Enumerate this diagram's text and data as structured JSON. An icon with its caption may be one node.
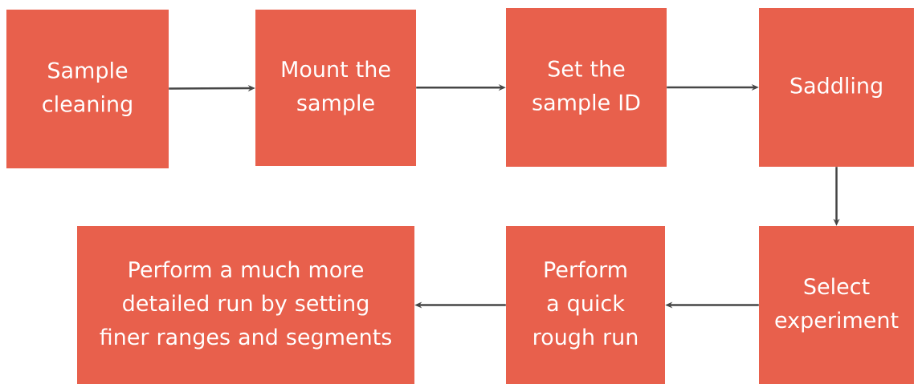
{
  "diagram": {
    "nodes": [
      {
        "text": [
          "Sample cleaning"
        ]
      },
      {
        "text": [
          "Mount the sample"
        ]
      },
      {
        "text": [
          "Set the sample ID"
        ]
      },
      {
        "text": [
          "Saddling"
        ]
      },
      {
        "text": [
          "Select experiment"
        ]
      },
      {
        "text": [
          "Perform a quick rough run"
        ]
      },
      {
        "text": [
          "Perform a much more detailed run by setting finer ranges and segments"
        ]
      }
    ],
    "edges": [
      {
        "from": 0,
        "to": 1,
        "arrow": "to"
      },
      {
        "from": 1,
        "to": 2,
        "arrow": "to"
      },
      {
        "from": 2,
        "to": 3,
        "arrow": "to"
      },
      {
        "from": 3,
        "to": 4,
        "arrow": "to"
      },
      {
        "from": 4,
        "to": 5,
        "arrow": "to"
      },
      {
        "from": 5,
        "to": 6,
        "arrow": "to"
      }
    ]
  }
}
